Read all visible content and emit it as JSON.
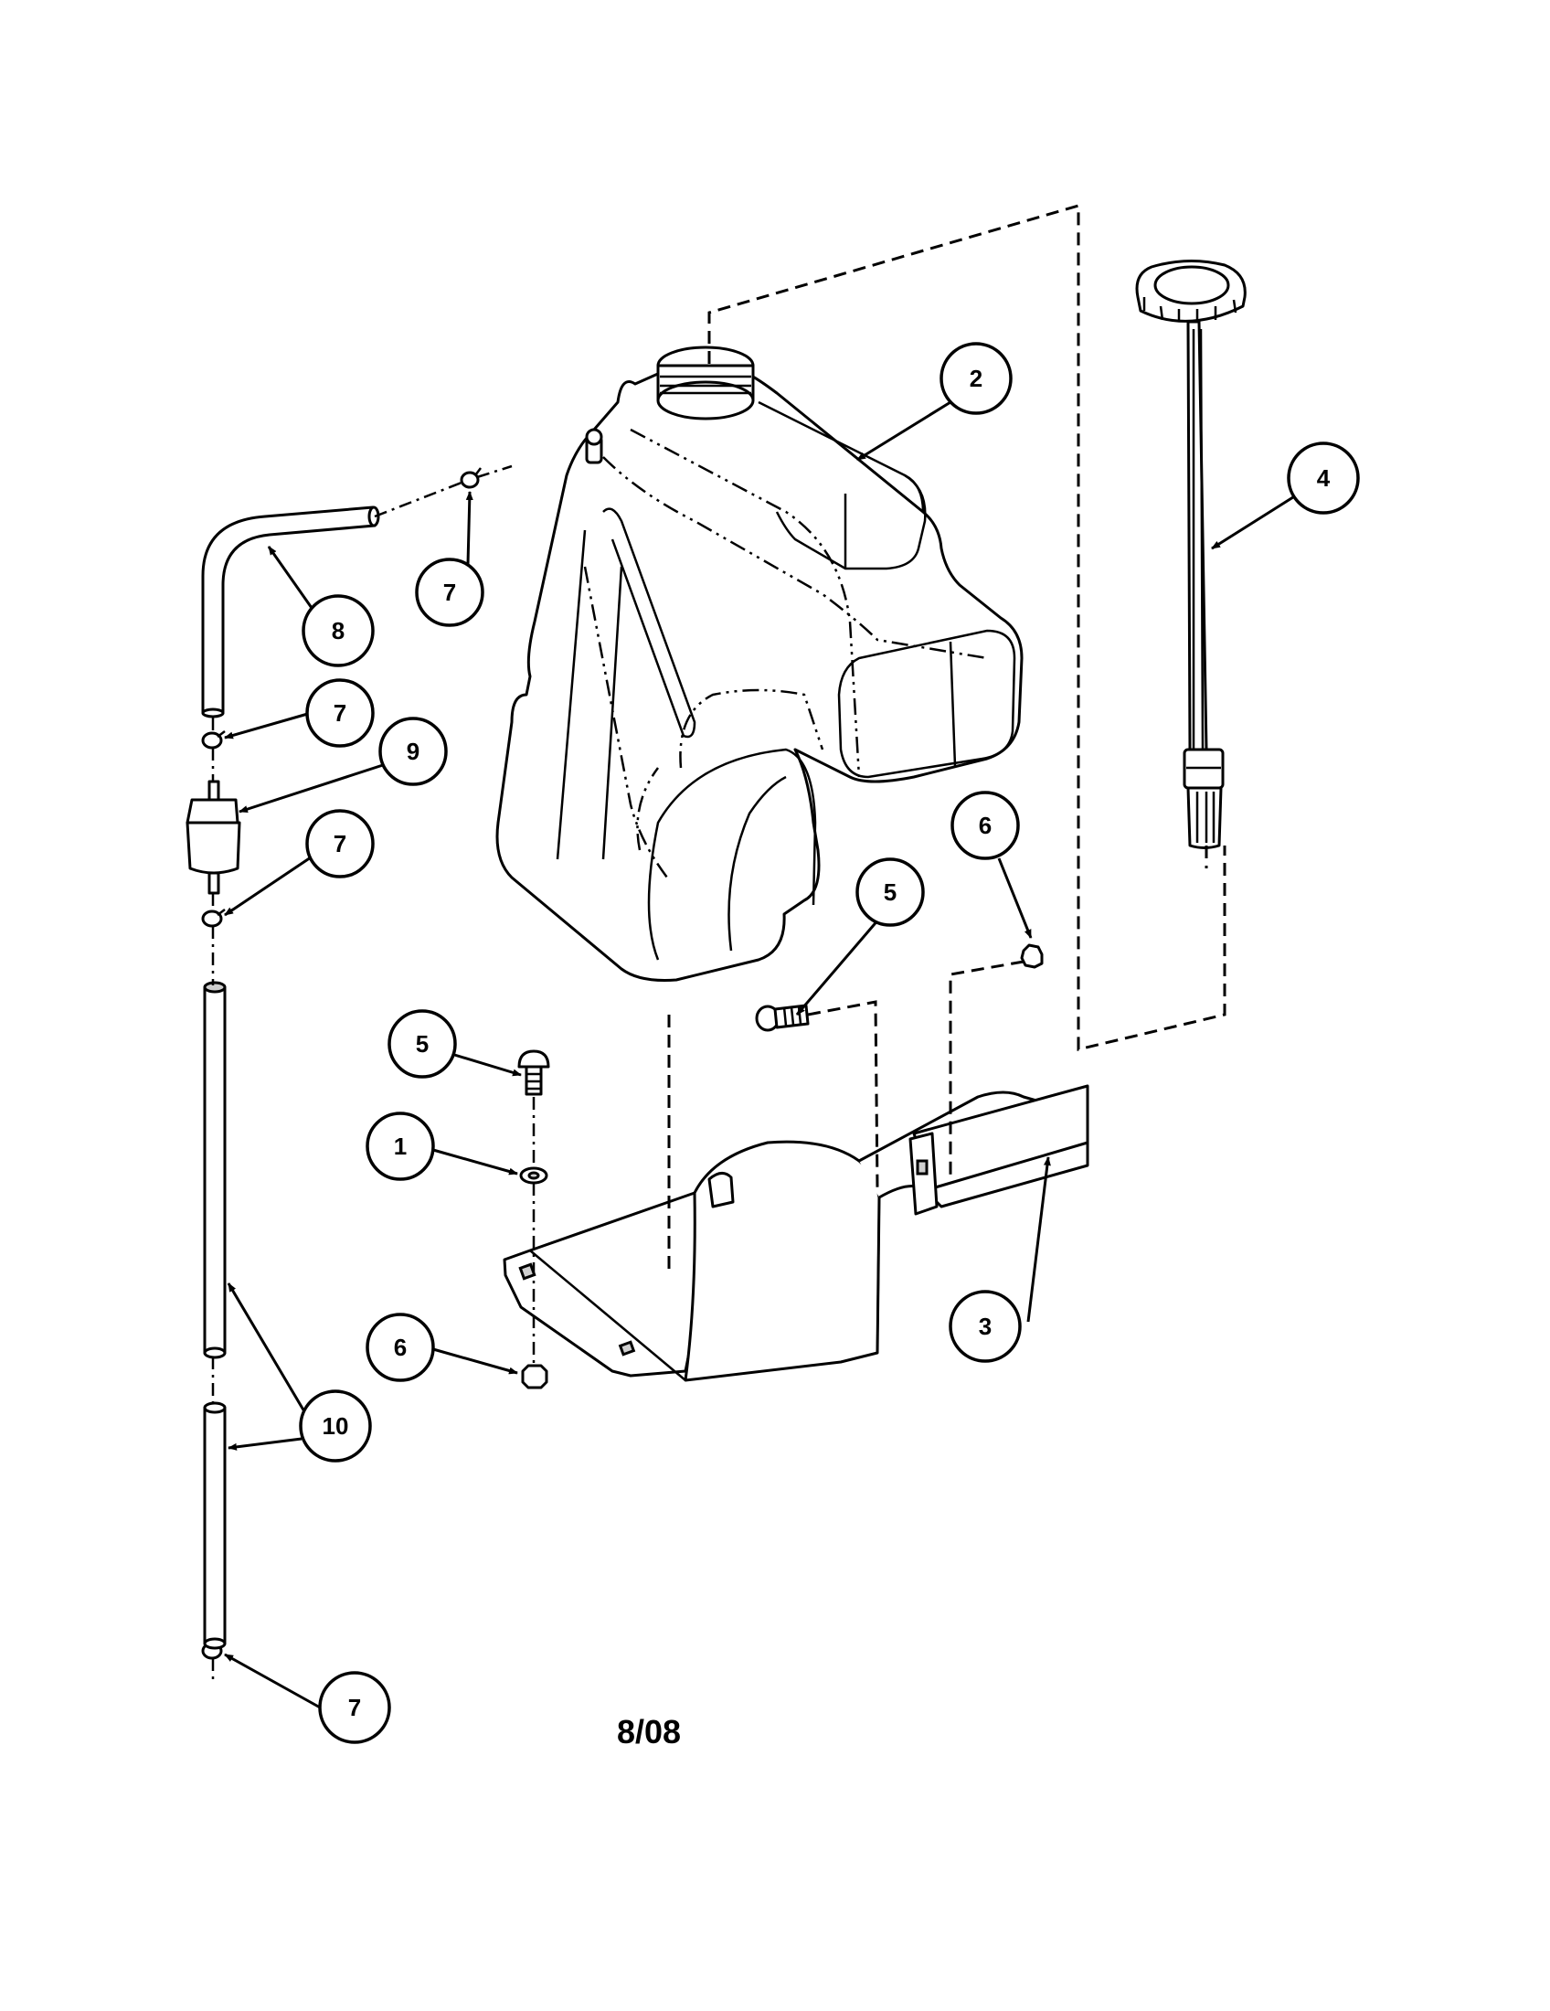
{
  "callouts": {
    "c1": "1",
    "c2": "2",
    "c3": "3",
    "c4": "4",
    "c5a": "5",
    "c5b": "5",
    "c6a": "6",
    "c6b": "6",
    "c7a": "7",
    "c7b": "7",
    "c7c": "7",
    "c7d": "7",
    "c8": "8",
    "c9": "9",
    "c10": "10"
  },
  "footer": {
    "code": "8/08"
  }
}
